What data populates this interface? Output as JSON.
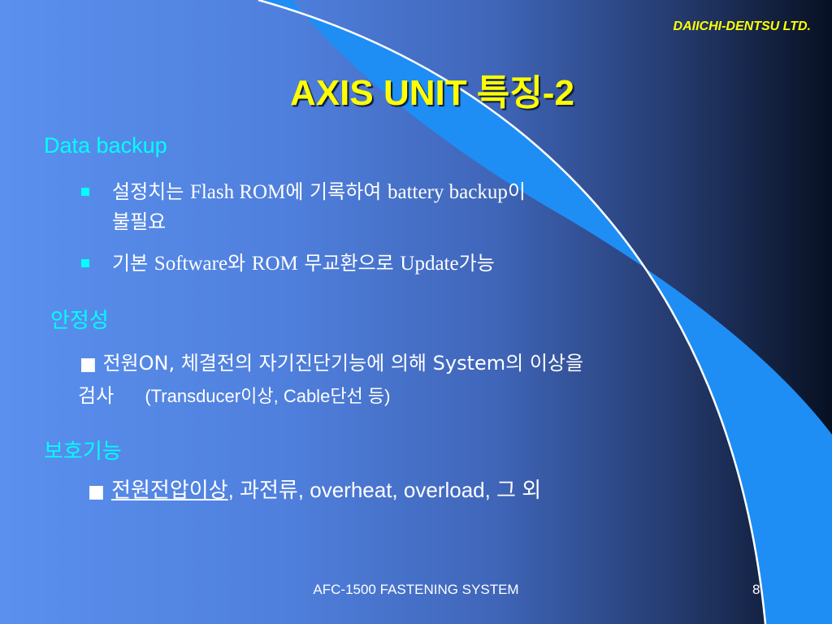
{
  "header": {
    "company": "DAIICHI-DENTSU LTD.",
    "title": "AXIS UNIT 특징-2"
  },
  "sections": [
    {
      "heading": "Data backup",
      "bullets": [
        {
          "parts": [
            "설정치는 ",
            "Flash ROM",
            "에 기록하여 ",
            "battery backup",
            "이"
          ],
          "continuation": "불필요"
        },
        {
          "parts": [
            "기본 ",
            "Software",
            "와 ",
            "ROM",
            " 무교환으로 ",
            "Update",
            "가능"
          ]
        }
      ]
    },
    {
      "heading": "안정성",
      "bullet": {
        "marker": "■",
        "line1": [
          "전원",
          "ON",
          ", 체결전의 자기진단기능에 의해 ",
          "System",
          "의   이상을"
        ],
        "line2_prefix": "검사",
        "line2_detail": [
          "(Transducer",
          "이상",
          ", Cable",
          "단선 등)"
        ]
      }
    },
    {
      "heading": "보호기능",
      "bullet": {
        "marker": "■",
        "underlined": "전원전압이상",
        "rest": ", 과전류, overheat, overload, 그 외"
      }
    }
  ],
  "footer": {
    "text": "AFC-1500 FASTENING SYSTEM",
    "page_number": "8"
  },
  "colors": {
    "title": "#ffff00",
    "section_heading": "#00ffff",
    "body_text": "#ffffff",
    "bullet_marker": "#00ffff",
    "swoosh": "#1e8ef5"
  }
}
